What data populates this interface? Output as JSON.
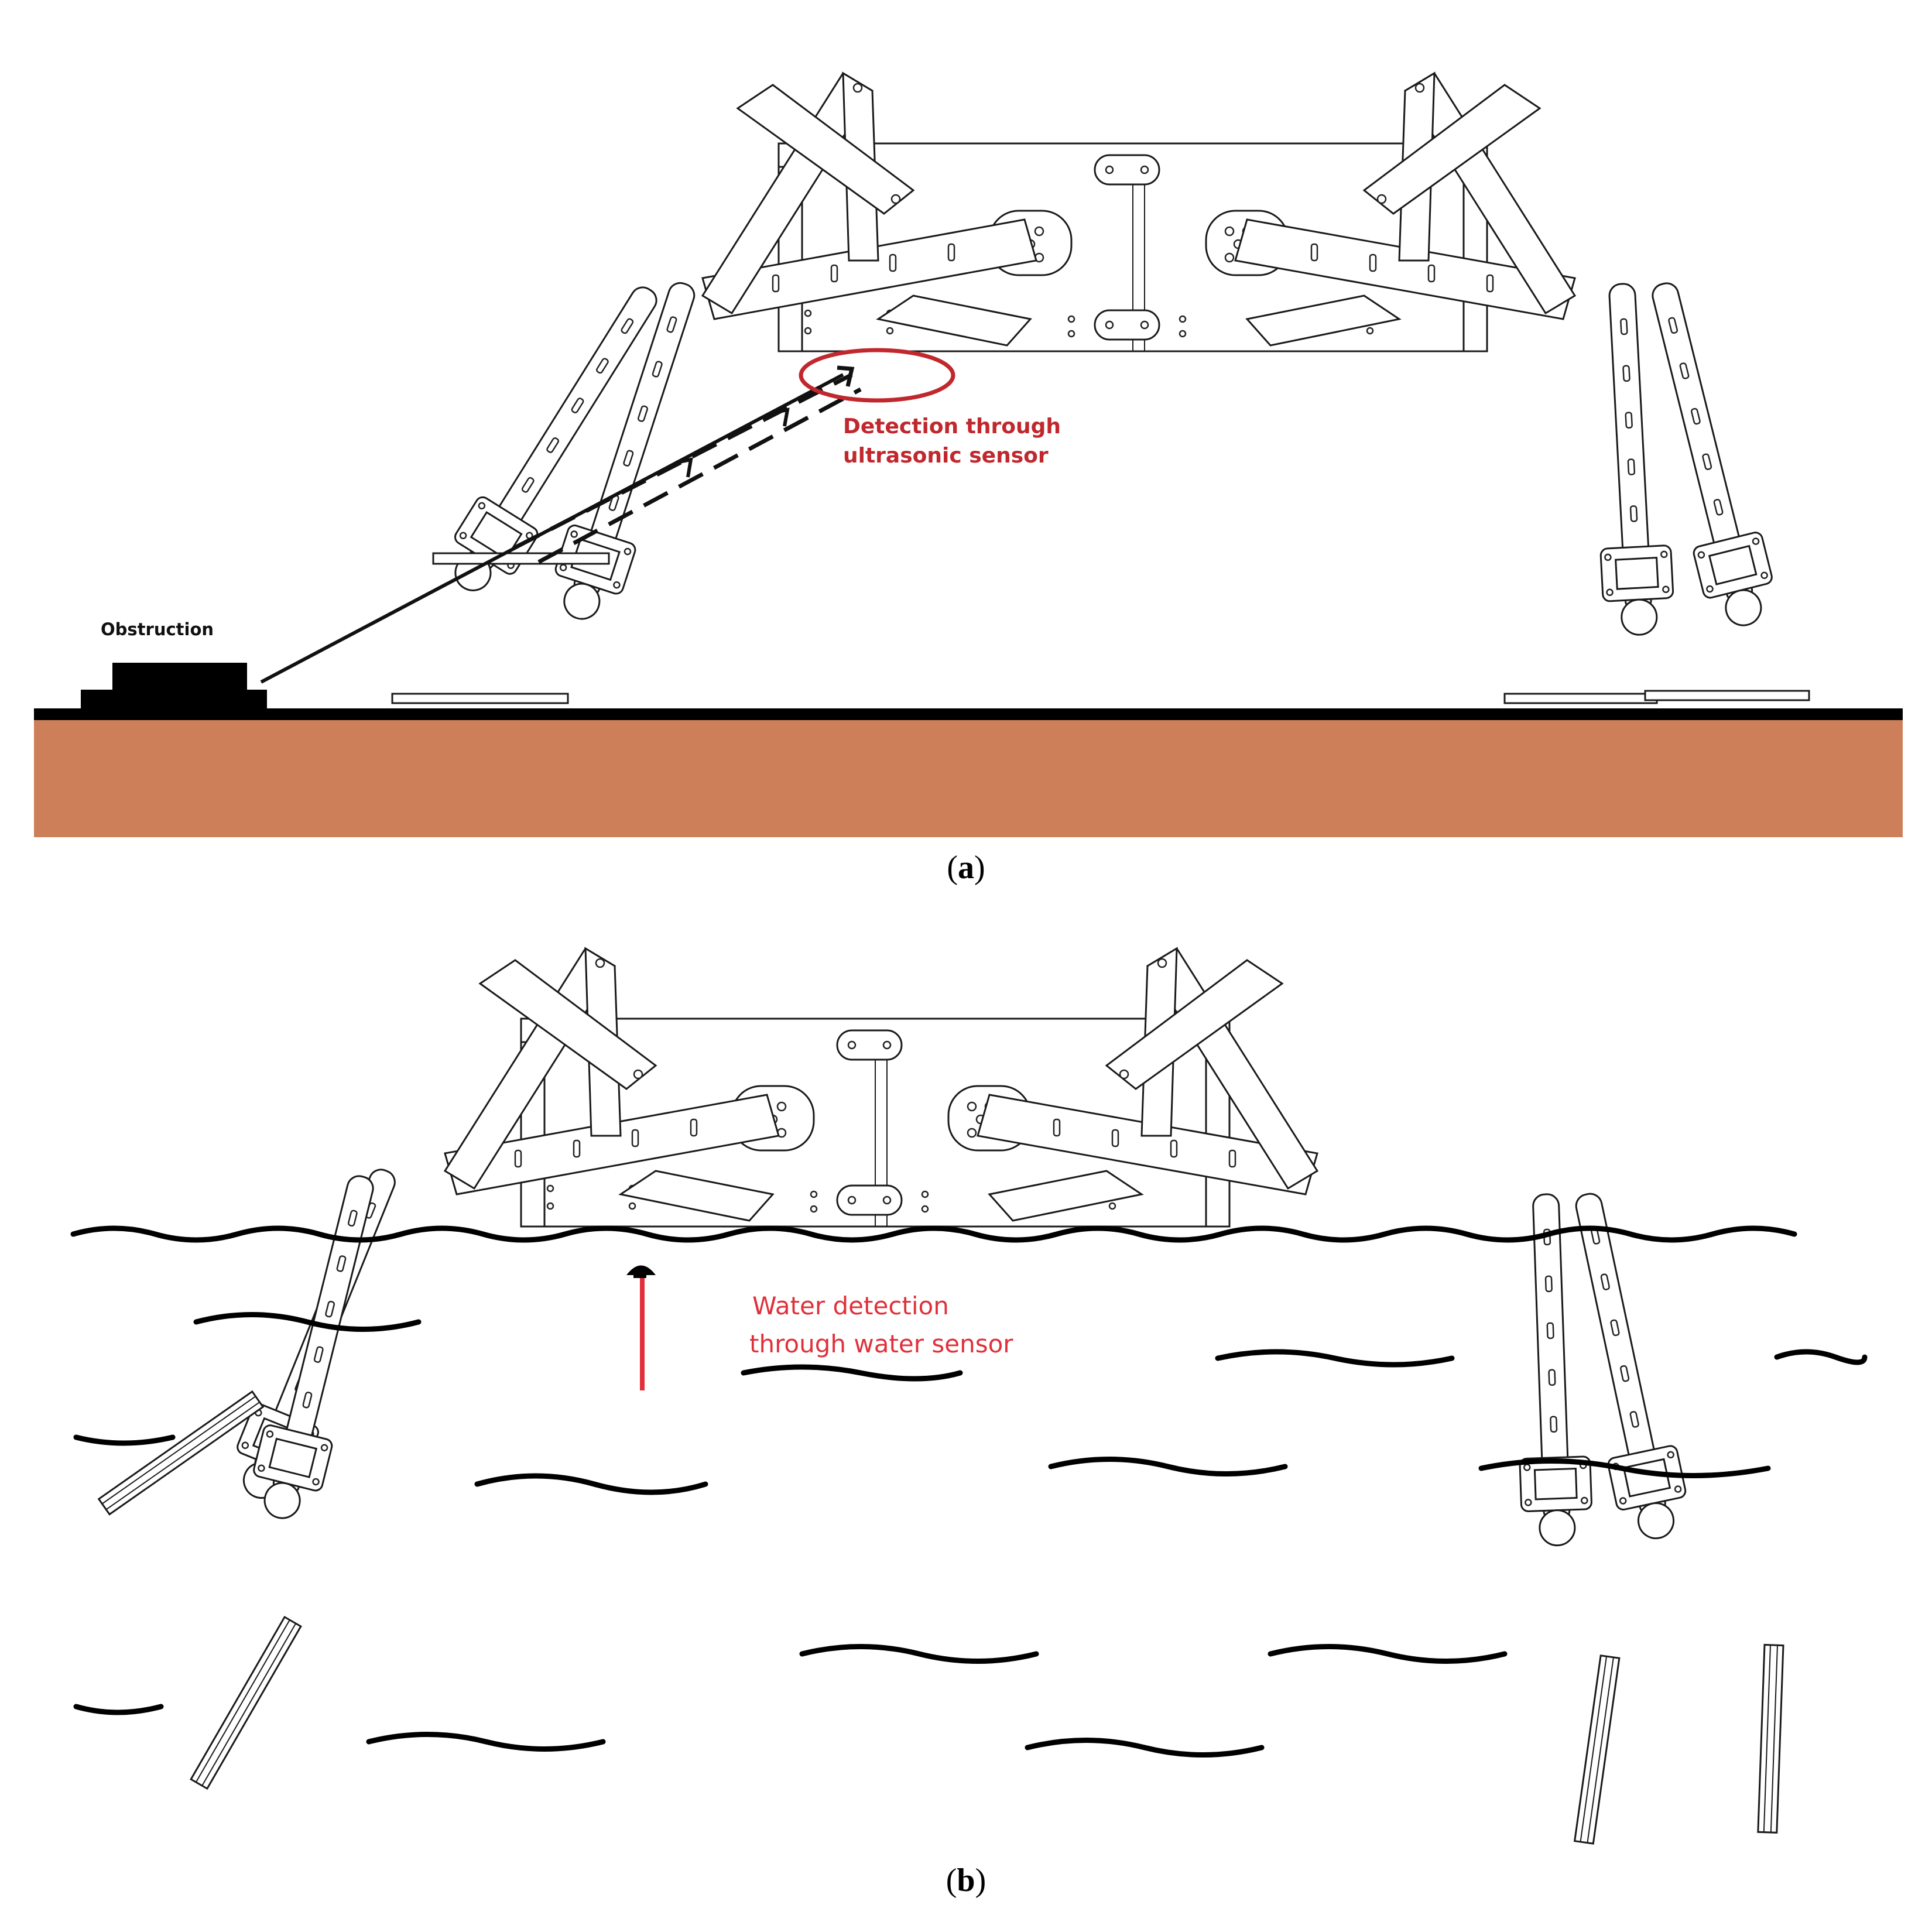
{
  "panel_a": {
    "obstruction_label": "Obstruction",
    "detection_label_line1": "Detection through",
    "detection_label_line2": "ultrasonic sensor",
    "caption_letter": "a"
  },
  "panel_b": {
    "water_label_line1": "Water detection",
    "water_label_line2": "through water sensor",
    "caption_letter": "b"
  },
  "colors": {
    "ground": "#CD7F5A",
    "annotation_red_a": "#C0282D",
    "annotation_red_b": "#E0303A",
    "line": "#1a1a1a"
  }
}
